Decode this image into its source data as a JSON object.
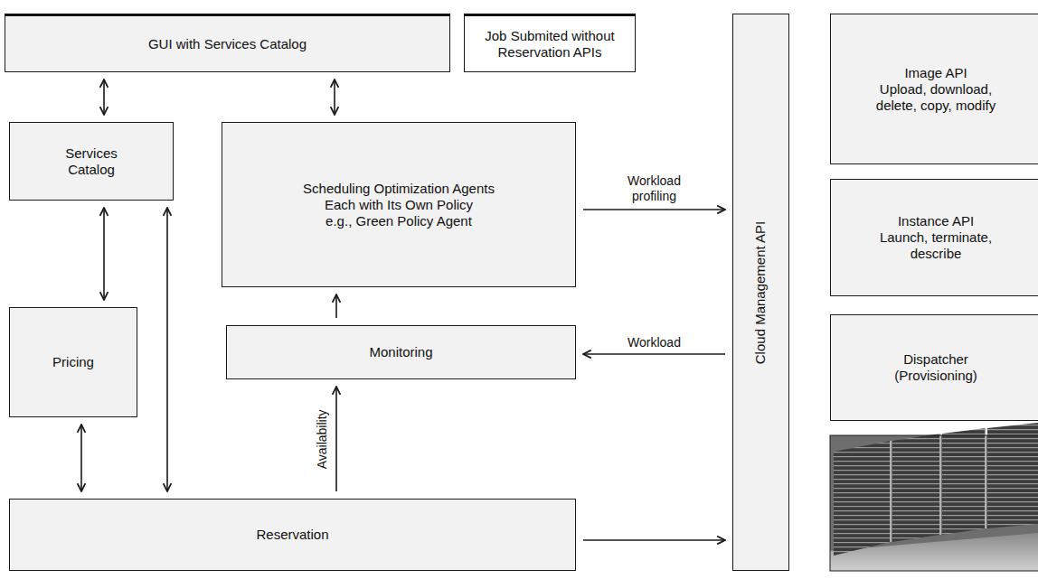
{
  "diagram": {
    "nodes": [
      {
        "text": [
          "GUI with Services Catalog"
        ]
      },
      {
        "text": [
          "Job Submited without Reservation APIs"
        ]
      },
      {
        "text": [
          "Cloud Management API"
        ]
      },
      {
        "text": [
          "Image API",
          "Upload, download, delete, copy, modify"
        ]
      },
      {
        "text": [
          "Services Catalog"
        ]
      },
      {
        "text": [
          "Scheduling Optimization Agents",
          "Each with Its Own Policy e.g., Green Policy Agent"
        ]
      },
      {
        "text": [
          "Instance API",
          "Launch, terminate, describe"
        ]
      },
      {
        "text": [
          "Pricing"
        ]
      },
      {
        "text": [
          "Monitoring"
        ]
      },
      {
        "text": [
          "Dispatcher (Provisioning)"
        ]
      },
      {
        "text": [
          "Reservation"
        ]
      }
    ],
    "edges": [
      {
        "from": 0,
        "to": 4,
        "arrow": "both"
      },
      {
        "from": 0,
        "to": 5,
        "arrow": "both"
      },
      {
        "from": 4,
        "to": 7,
        "arrow": "both"
      },
      {
        "from": 4,
        "to": 10,
        "arrow": "both"
      },
      {
        "from": 7,
        "to": 10,
        "arrow": "both"
      },
      {
        "from": 10,
        "to": 8,
        "label": "Availability",
        "arrow": "to"
      },
      {
        "from": 8,
        "to": 5,
        "arrow": "to"
      },
      {
        "from": 5,
        "to": 2,
        "label": "Workload profiling",
        "arrow": "to"
      },
      {
        "from": 2,
        "to": 8,
        "label": "Workload",
        "arrow": "to"
      },
      {
        "from": 10,
        "to": 2,
        "arrow": "to"
      }
    ]
  }
}
